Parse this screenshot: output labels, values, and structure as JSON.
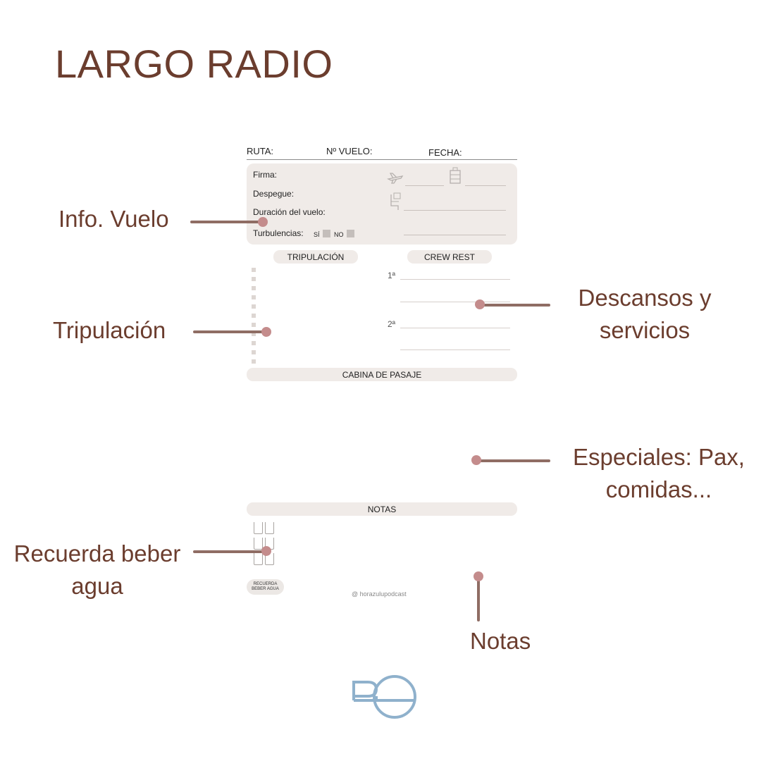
{
  "title": "LARGO RADIO",
  "form": {
    "header": {
      "ruta": "RUTA:",
      "vuelo": "Nº VUELO:",
      "fecha": "FECHA:"
    },
    "info": {
      "firma": "Firma:",
      "despegue": "Despegue:",
      "duracion": "Duración del vuelo:",
      "turbulencias": "Turbulencias:",
      "si": "SÍ",
      "no": "NO"
    },
    "tripulacion": "TRIPULACIÓN",
    "crew_rest": "CREW REST",
    "rest_first": "1ª",
    "rest_second": "2ª",
    "cabina": "CABINA DE PASAJE",
    "notas": "NOTAS",
    "recuerda_badge_1": "RECUERDA",
    "recuerda_badge_2": "BEBER AGUA",
    "watermark": "@ horazulupodcast"
  },
  "annotations": {
    "info_vuelo": "Info. Vuelo",
    "tripulacion": "Tripulación",
    "descansos_1": "Descansos y",
    "descansos_2": "servicios",
    "especiales_1": "Especiales: Pax,",
    "especiales_2": "comidas...",
    "recuerda_1": "Recuerda beber",
    "recuerda_2": "agua",
    "notas": "Notas"
  },
  "colors": {
    "accent_text": "#6b3d2e",
    "connector": "#8f6d64",
    "dot": "#c48c8c",
    "panel": "#f0ebe8",
    "logo": "#8fb1cc"
  }
}
